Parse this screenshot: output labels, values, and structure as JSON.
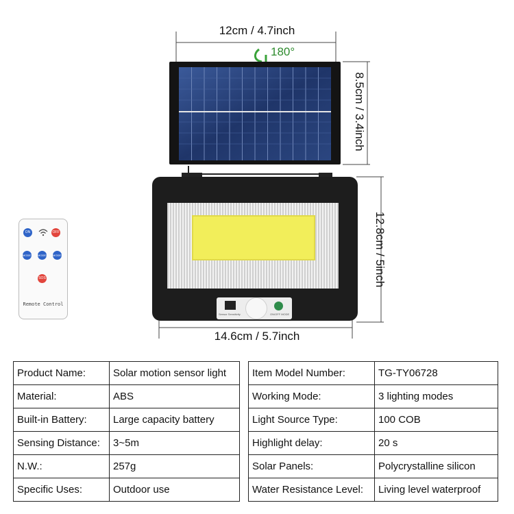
{
  "dimensions": {
    "panel_width": "12cm / 4.7inch",
    "rotation": "180°",
    "panel_height": "8.5cm / 3.4inch",
    "lamp_height": "12.8cm / 5inch",
    "lamp_width": "14.6cm / 5.7inch"
  },
  "remote": {
    "on_label": "ON",
    "off_label": "OFF",
    "mode_labels": [
      "MODE1",
      "MODE2",
      "MODE3"
    ],
    "sos_label": "SOS",
    "caption": "Remote Control"
  },
  "lamp": {
    "sensor_caption": "Sensor Sensitivity",
    "button_caption": "ON/OFF MODE"
  },
  "specs": {
    "left": [
      {
        "label": "Product Name:",
        "value": "Solar motion sensor light"
      },
      {
        "label": "Material:",
        "value": "ABS"
      },
      {
        "label": "Built-in Battery:",
        "value": "Large capacity battery"
      },
      {
        "label": "Sensing Distance:",
        "value": "3~5m"
      },
      {
        "label": "N.W.:",
        "value": "257g"
      },
      {
        "label": "Specific Uses:",
        "value": "Outdoor use"
      }
    ],
    "right": [
      {
        "label": "Item Model Number:",
        "value": "TG-TY06728"
      },
      {
        "label": "Working Mode:",
        "value": "3 lighting modes"
      },
      {
        "label": "Light Source Type:",
        "value": "100 COB"
      },
      {
        "label": "Highlight delay:",
        "value": "20 s"
      },
      {
        "label": "Solar Panels:",
        "value": "Polycrystalline silicon"
      },
      {
        "label": "Water Resistance Level:",
        "value": "Living level waterproof"
      }
    ]
  }
}
